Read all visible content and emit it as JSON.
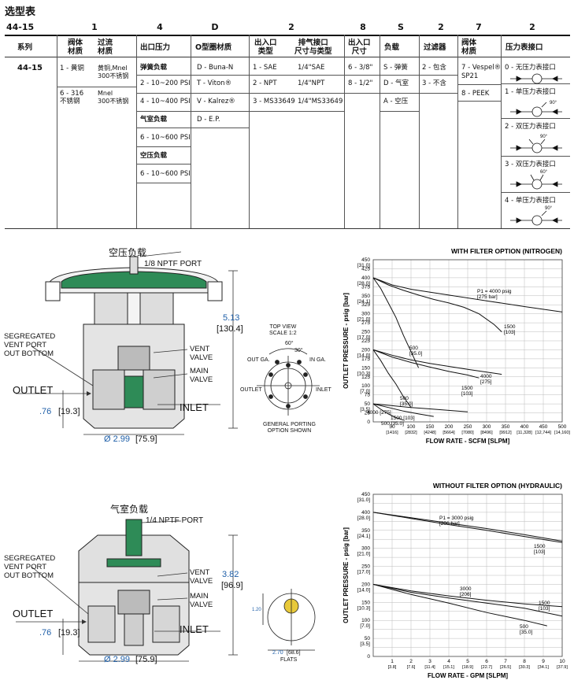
{
  "title": "选型表",
  "codes": [
    "44-15",
    "1",
    "4",
    "D",
    "2",
    "8",
    "S",
    "2",
    "7",
    "2"
  ],
  "headers": [
    "系列",
    "阀体\n材质",
    "过流\n材质",
    "出口压力",
    "O型圈材质",
    "出入口\n类型",
    "排气接口\n尺寸与类型",
    "出入口\n尺寸",
    "负载",
    "过滤器",
    "阀体\n材质",
    "压力表接口"
  ],
  "series_value": "44-15",
  "body_material": [
    "1 - 黄铜",
    "6 - 316\n不锈钢"
  ],
  "wetted_material": [
    "黄铜,Mnel\n300不锈钢",
    "Mnel\n300不锈钢"
  ],
  "outlet_pressure": {
    "spring_group": "弹簧负载",
    "spring_items": [
      "2 - 10~200 PSI",
      "4 - 10~400 PSI"
    ],
    "dome_group": "气室负载",
    "dome_items": [
      "6 - 10~600 PSI"
    ],
    "air_group": "空压负载",
    "air_items": [
      "6 - 10~600 PSI"
    ]
  },
  "oring": [
    "D - Buna-N",
    "T - Viton®",
    "V - Kalrez®",
    "D - E.P."
  ],
  "port_type": [
    "1 - SAE",
    "2 - NPT",
    "3 - MS33649"
  ],
  "vent": [
    "1/4\"SAE",
    "1/4\"NPT",
    "1/4\"MS33649"
  ],
  "port_size": [
    "6 - 3/8\"",
    "8 - 1/2\""
  ],
  "load": [
    "S - 弹簧",
    "D - 气室",
    "A - 空压"
  ],
  "filter": [
    "2 - 包含",
    "3 - 不含"
  ],
  "seat": [
    "7 - Vespel®\nSP21",
    "8 - PEEK"
  ],
  "gauge": [
    "0 - 无压力表接口",
    "1 - 单压力表接口",
    "2 - 双压力表接口",
    "3 - 双压力表接口",
    "4 - 单压力表接口"
  ],
  "gauge_angles": [
    "90°",
    "90°",
    "60°",
    "90°"
  ],
  "diagram1": {
    "load_label": "空压负载",
    "port_label": "1/8 NPTF PORT",
    "segregated": "SEGREGATED\nVENT PORT\nOUT BOTTOM",
    "vent_valve": "VENT\nVALVE",
    "main_valve": "MAIN\nVALVE",
    "outlet": "OUTLET",
    "inlet": "INLET",
    "height_in": "5.13",
    "height_mm": "[130.4]",
    "offset_in": ".76",
    "offset_mm": "[19.3]",
    "dia_in": "Ø 2.99",
    "dia_mm": "[75.9]",
    "topview": "TOP VIEW\nSCALE 1:2",
    "angle60": "60°",
    "angle30": "30°",
    "out_ga": "OUT GA.",
    "in_ga": "IN GA.",
    "tv_outlet": "OUTLET",
    "tv_inlet": "INLET",
    "general": "GENERAL PORTING\nOPTION SHOWN"
  },
  "diagram2": {
    "load_label": "气室负载",
    "port_label": "1/4 NPTF PORT",
    "segregated": "SEGREGATED\nVENT PORT\nOUT BOTTOM",
    "vent_valve": "VENT\nVALVE",
    "main_valve": "MAIN\nVALVE",
    "outlet": "OUTLET",
    "inlet": "INLET",
    "height_in": "3.82",
    "height_mm": "[96.9]",
    "offset_in": ".76",
    "offset_mm": "[19.3]",
    "dia_in": "Ø 2.99",
    "dia_mm": "[75.9]",
    "flats_in": "2.70",
    "flats_mm": "[68.6]",
    "flats": "FLATS",
    "side_dim": "1.20"
  },
  "chart_data": [
    {
      "type": "line",
      "title": "WITH FILTER OPTION (NITROGEN)",
      "xlabel": "FLOW RATE - SCFM [SLPM]",
      "ylabel": "OUTLET PRESSURE - psig [bar]",
      "xlim": [
        0,
        500
      ],
      "ylim": [
        0,
        450
      ],
      "x_ticks": [
        50,
        100,
        150,
        200,
        250,
        300,
        350,
        400,
        450,
        500
      ],
      "x_ticks_alt": [
        "[1416]",
        "[2832]",
        "[4248]",
        "[5664]",
        "[7080]",
        "[8496]",
        "[9912]",
        "[11,328]",
        "[12,744]",
        "[14,160]"
      ],
      "y_ticks": [
        25,
        50,
        75,
        100,
        125,
        150,
        175,
        200,
        225,
        250,
        275,
        300,
        325,
        350,
        375,
        400,
        425,
        450
      ],
      "y_ticks_label": [
        "25",
        "50",
        "75",
        "100",
        "125",
        "150",
        "175",
        "200",
        "225",
        "250",
        "275",
        "300",
        "325",
        "350",
        "375",
        "400",
        "425",
        "450"
      ],
      "y_ticks_alt": [
        "",
        "[3.5]",
        "",
        "[7.0]",
        "",
        "[10.3]",
        "",
        "[14.0]",
        "",
        "[17.0]",
        "",
        "[21.0]",
        "",
        "[24.1]",
        "",
        "[28.0]",
        "",
        "[31.0]"
      ],
      "series": [
        {
          "name": "P1 = 4000 psig [275 bar]",
          "x": [
            0,
            50,
            100,
            200,
            300,
            400,
            500
          ],
          "y": [
            400,
            380,
            368,
            352,
            336,
            320,
            305
          ]
        },
        {
          "name": "1500 [103]",
          "x": [
            0,
            40,
            80,
            120,
            160,
            200,
            240,
            280,
            320,
            340
          ],
          "y": [
            400,
            380,
            365,
            352,
            340,
            330,
            318,
            300,
            270,
            250
          ]
        },
        {
          "name": "500 [35.0]",
          "x": [
            0,
            20,
            40,
            60,
            80,
            100,
            120
          ],
          "y": [
            400,
            370,
            330,
            290,
            240,
            195,
            150
          ]
        },
        {
          "name": "4000 [275]",
          "x": [
            0,
            50,
            100,
            150,
            200,
            250,
            300,
            340
          ],
          "y": [
            200,
            185,
            172,
            162,
            154,
            146,
            138,
            132
          ]
        },
        {
          "name": "1500 [103]",
          "x": [
            0,
            50,
            100,
            150,
            200,
            250,
            280
          ],
          "y": [
            200,
            180,
            165,
            152,
            140,
            130,
            122
          ]
        },
        {
          "name": "500 [35.0]",
          "x": [
            0,
            20,
            40,
            60,
            80,
            100
          ],
          "y": [
            200,
            170,
            135,
            105,
            70,
            40
          ]
        },
        {
          "name": "4000 [275]",
          "x": [
            0,
            50,
            100,
            150,
            200,
            250
          ],
          "y": [
            50,
            45,
            40,
            36,
            32,
            28
          ]
        },
        {
          "name": "1500 [103]",
          "x": [
            0,
            40,
            80,
            120,
            160
          ],
          "y": [
            50,
            40,
            30,
            22,
            15
          ]
        },
        {
          "name": "500 [35.0]",
          "x": [
            0,
            20,
            40,
            60,
            80
          ],
          "y": [
            50,
            35,
            22,
            12,
            5
          ]
        }
      ],
      "labels": [
        {
          "text": "P1 = 4000 psig",
          "sub": "[275 bar]"
        },
        {
          "text": "1500",
          "sub": "[103]"
        },
        {
          "text": "500",
          "sub": "[35.0]"
        },
        {
          "text": "4000",
          "sub": "[275]"
        },
        {
          "text": "1500",
          "sub": "[103]"
        },
        {
          "text": "500",
          "sub": "[35.0]"
        },
        {
          "text": "4000 [275]",
          "sub": ""
        },
        {
          "text": "1500 [103]",
          "sub": ""
        },
        {
          "text": "500 [35.0]",
          "sub": ""
        }
      ]
    },
    {
      "type": "line",
      "title": "WITHOUT FILTER OPTION (HYDRAULIC)",
      "xlabel": "FLOW RATE - GPM [SLPM]",
      "ylabel": "OUTLET PRESSURE - psig [bar]",
      "xlim": [
        0,
        10
      ],
      "ylim": [
        0,
        450
      ],
      "x_ticks": [
        1,
        2,
        3,
        4,
        5,
        6,
        7,
        8,
        9,
        10
      ],
      "x_ticks_alt": [
        "[3.8]",
        "[7.6]",
        "[11.4]",
        "[15.1]",
        "[18.9]",
        "[22.7]",
        "[26.5]",
        "[30.3]",
        "[34.1]",
        "[37.9]"
      ],
      "y_ticks": [
        25,
        50,
        75,
        100,
        125,
        150,
        175,
        200,
        225,
        250,
        275,
        300,
        325,
        350,
        375,
        400,
        425,
        450
      ],
      "y_ticks_label": [
        "",
        "50",
        "",
        "100",
        "",
        "150",
        "",
        "200",
        "",
        "250",
        "",
        "300",
        "",
        "350",
        "",
        "400",
        "",
        "450"
      ],
      "y_ticks_alt": [
        "",
        "[3.5]",
        "",
        "[7.0]",
        "",
        "[10.3]",
        "",
        "[14.0]",
        "",
        "[17.0]",
        "",
        "[21.0]",
        "",
        "[24.1]",
        "",
        "[28.0]",
        "",
        "[31.0]"
      ],
      "series": [
        {
          "name": "P1 = 3000 psig [206 bar]",
          "x": [
            0,
            2,
            4,
            6,
            8,
            10
          ],
          "y": [
            400,
            385,
            370,
            355,
            338,
            320
          ]
        },
        {
          "name": "1500 [103]",
          "x": [
            0,
            2,
            4,
            6,
            8,
            10
          ],
          "y": [
            400,
            383,
            366,
            350,
            333,
            316
          ]
        },
        {
          "name": "3000 [206]",
          "x": [
            0,
            2,
            4,
            6,
            8,
            10
          ],
          "y": [
            200,
            182,
            168,
            156,
            146,
            138
          ]
        },
        {
          "name": "1500 [103]",
          "x": [
            0,
            2,
            4,
            6,
            8,
            10
          ],
          "y": [
            200,
            178,
            162,
            148,
            134,
            112
          ]
        },
        {
          "name": "500 [35.0]",
          "x": [
            0,
            2,
            4,
            6,
            8,
            9.2
          ],
          "y": [
            200,
            172,
            148,
            122,
            100,
            85
          ]
        }
      ],
      "labels": [
        {
          "text": "P1 = 3000 psig",
          "sub": "[206 bar]"
        },
        {
          "text": "1500",
          "sub": "[103]"
        },
        {
          "text": "3000",
          "sub": "[206]"
        },
        {
          "text": "1500",
          "sub": "[103]"
        },
        {
          "text": "500",
          "sub": "[35.0]"
        }
      ]
    }
  ]
}
